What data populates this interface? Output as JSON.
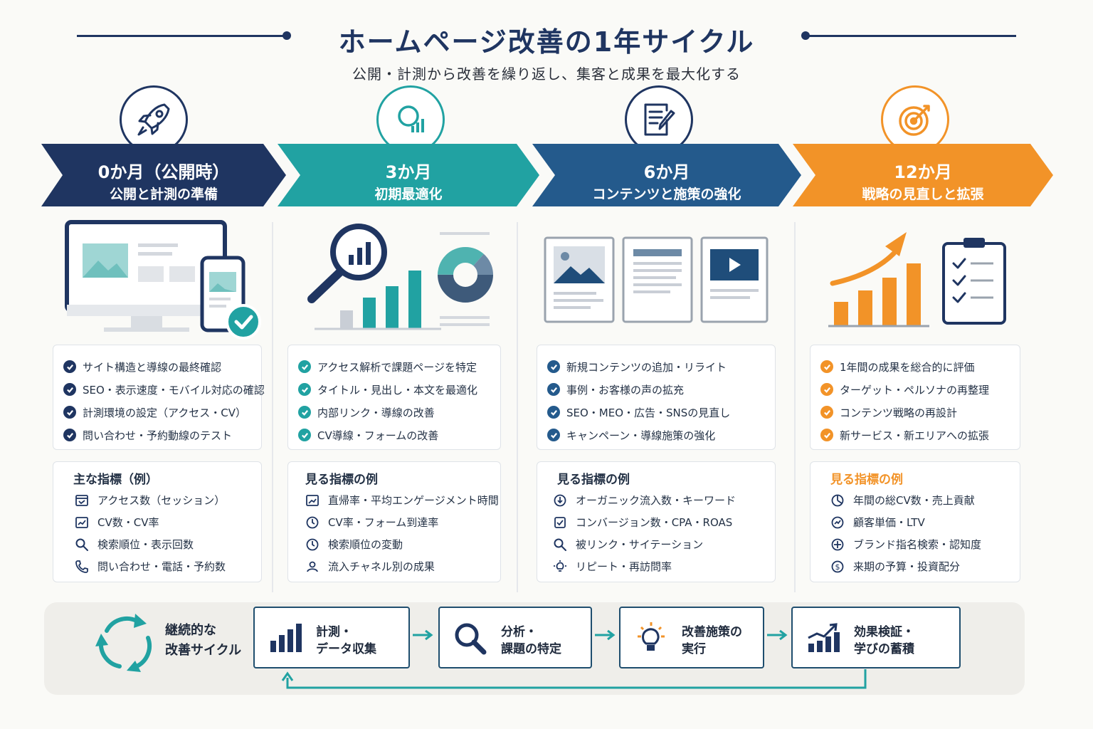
{
  "header": {
    "title": "ホームページ改善の1年サイクル",
    "subtitle": "公開・計測から改善を繰り返し、集客と成果を最大化する"
  },
  "colors": {
    "navy": "#1f3561",
    "teal": "#21a2a2",
    "blue": "#245a8c",
    "orange": "#f29328"
  },
  "phases": [
    {
      "icon": "rocket-icon",
      "period": "0か月（公開時）",
      "name": "公開と計測の準備",
      "tasks": [
        "サイト構造と導線の最終確認",
        "SEO・表示速度・モバイル対応の確認",
        "計測環境の設定（アクセス・CV）",
        "問い合わせ・予約動線のテスト"
      ],
      "metrics_title": "主な指標（例）",
      "metrics": [
        {
          "icon": "browser-icon",
          "label": "アクセス数（セッション）"
        },
        {
          "icon": "chart-window-icon",
          "label": "CV数・CV率"
        },
        {
          "icon": "search-icon",
          "label": "検索順位・表示回数"
        },
        {
          "icon": "phone-icon",
          "label": "問い合わせ・電話・予約数"
        }
      ]
    },
    {
      "icon": "analytics-icon",
      "period": "3か月",
      "name": "初期最適化",
      "tasks": [
        "アクセス解析で課題ページを特定",
        "タイトル・見出し・本文を最適化",
        "内部リンク・導線の改善",
        "CV導線・フォームの改善"
      ],
      "metrics_title": "見る指標の例",
      "metrics": [
        {
          "icon": "trend-window-icon",
          "label": "直帰率・平均エンゲージメント時間"
        },
        {
          "icon": "clock-icon",
          "label": "CV率・フォーム到達率"
        },
        {
          "icon": "clock-icon",
          "label": "検索順位の変動"
        },
        {
          "icon": "users-icon",
          "label": "流入チャネル別の成果"
        }
      ]
    },
    {
      "icon": "document-edit-icon",
      "period": "6か月",
      "name": "コンテンツと施策の強化",
      "tasks": [
        "新規コンテンツの追加・リライト",
        "事例・お客様の声の拡充",
        "SEO・MEO・広告・SNSの見直し",
        "キャンペーン・導線施策の強化"
      ],
      "metrics_title": "見る指標の例",
      "metrics": [
        {
          "icon": "organic-icon",
          "label": "オーガニック流入数・キーワード"
        },
        {
          "icon": "conversion-icon",
          "label": "コンバージョン数・CPA・ROAS"
        },
        {
          "icon": "search-icon",
          "label": "被リンク・サイテーション"
        },
        {
          "icon": "lightbulb-icon",
          "label": "リピート・再訪問率"
        }
      ]
    },
    {
      "icon": "target-icon",
      "period": "12か月",
      "name": "戦略の見直しと拡張",
      "tasks": [
        "1年間の成果を総合的に評価",
        "ターゲット・ペルソナの再整理",
        "コンテンツ戦略の再設計",
        "新サービス・新エリアへの拡張"
      ],
      "metrics_title": "見る指標の例",
      "metrics": [
        {
          "icon": "pie-icon",
          "label": "年間の総CV数・売上貢献"
        },
        {
          "icon": "value-icon",
          "label": "顧客単価・LTV"
        },
        {
          "icon": "brand-icon",
          "label": "ブランド指名検索・認知度"
        },
        {
          "icon": "dollar-icon",
          "label": "来期の予算・投資配分"
        }
      ]
    }
  ],
  "cycle": {
    "label_line1": "継続的な",
    "label_line2": "改善サイクル",
    "steps": [
      {
        "icon": "bar-chart-icon",
        "line1": "計測・",
        "line2": "データ収集"
      },
      {
        "icon": "magnifier-icon",
        "line1": "分析・",
        "line2": "課題の特定"
      },
      {
        "icon": "lightbulb-icon",
        "line1": "改善施策の",
        "line2": "実行"
      },
      {
        "icon": "growth-chart-icon",
        "line1": "効果検証・",
        "line2": "学びの蓄積"
      }
    ]
  }
}
